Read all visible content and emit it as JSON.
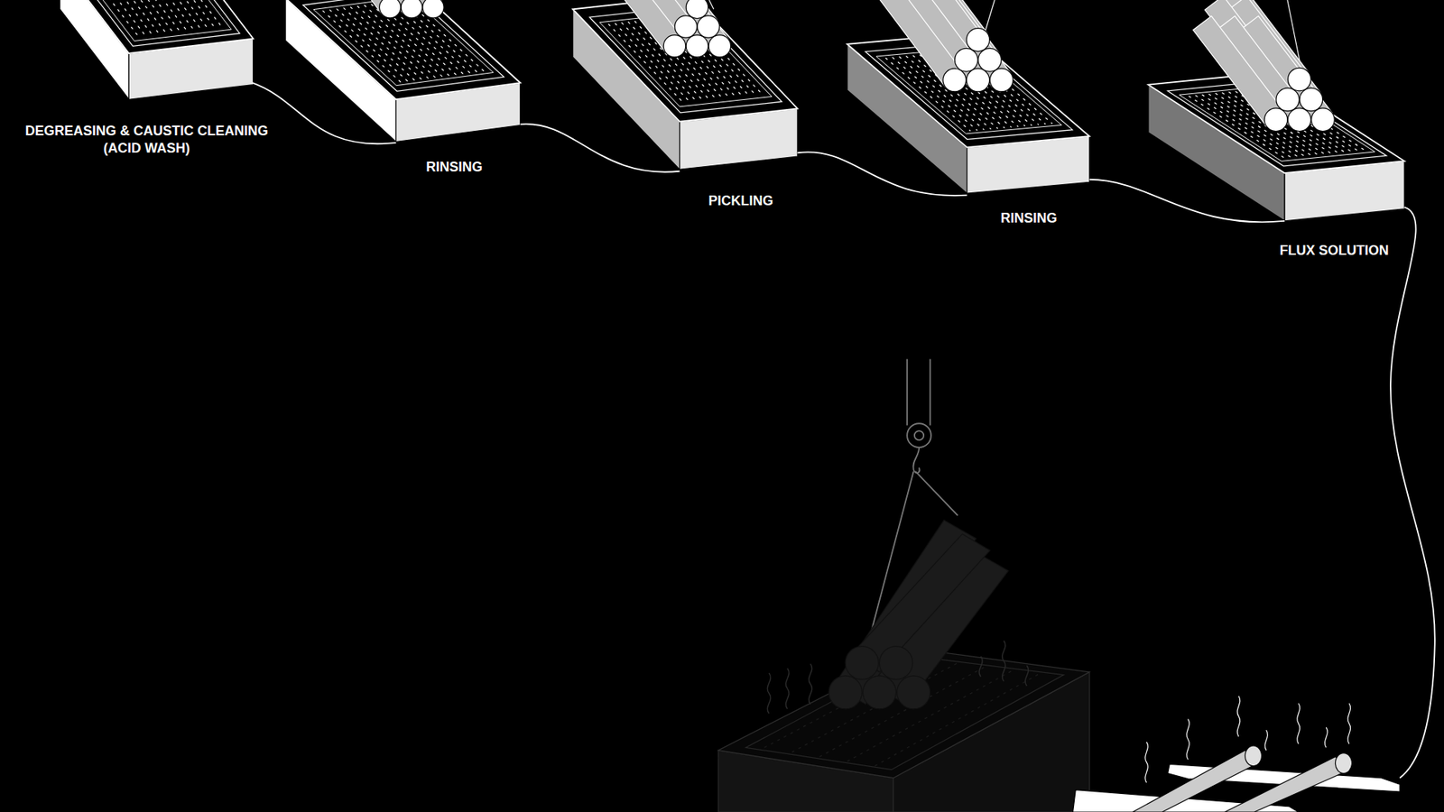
{
  "diagram": {
    "labels": [
      "DEGREASING & CAUSTIC CLEANING (ACID WASH)",
      "RINSING",
      "PICKLING",
      "RINSING",
      "FLUX SOLUTION"
    ]
  }
}
